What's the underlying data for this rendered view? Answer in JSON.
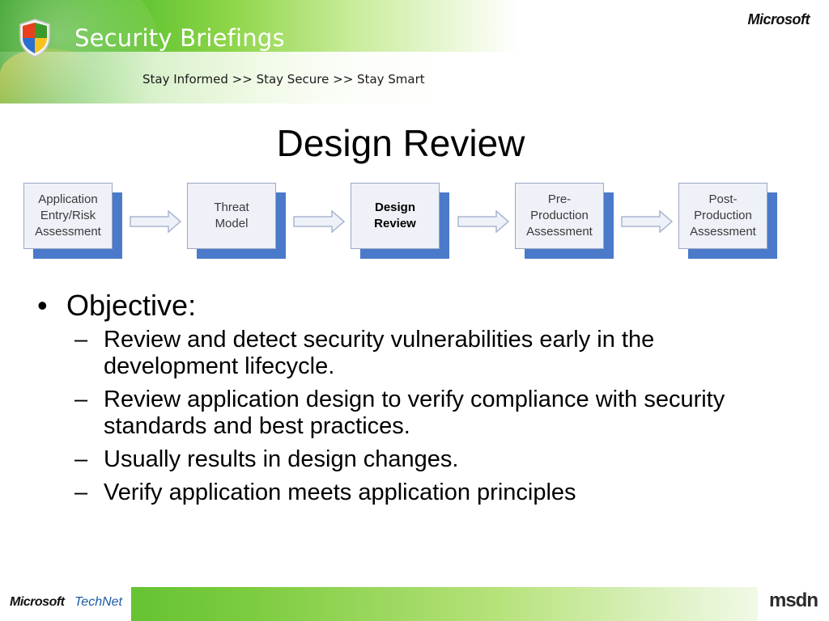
{
  "header": {
    "brand_title": "Security Briefings",
    "brand_subtitle": "Stay Informed >> Stay Secure >> Stay Smart",
    "ms_logo": "Microsoft"
  },
  "slide": {
    "title": "Design Review"
  },
  "flow": {
    "steps": [
      {
        "label": "Application\nEntry/Risk\nAssessment",
        "current": false
      },
      {
        "label": "Threat\nModel",
        "current": false
      },
      {
        "label": "Design\nReview",
        "current": true
      },
      {
        "label": "Pre-\nProduction\nAssessment",
        "current": false
      },
      {
        "label": "Post-\nProduction\nAssessment",
        "current": false
      }
    ],
    "box_fill": "#eef1f8",
    "shadow_color": "#4a7ac9",
    "arrow_color": "#aab6d0"
  },
  "bullets": {
    "main": "Objective:",
    "bullet_glyph": "•",
    "dash_glyph": "–",
    "sub": [
      "Review and detect security vulnerabilities early in the development lifecycle.",
      "Review application design to verify compliance with security standards and best practices.",
      "Usually results in design changes.",
      "Verify application meets application principles"
    ]
  },
  "footer": {
    "ms_logo": "Microsoft",
    "technet": "TechNet",
    "msdn_logo": "msdn"
  },
  "colors": {
    "brand_green": "#56bf2a",
    "technet_blue": "#1c5aa6"
  }
}
